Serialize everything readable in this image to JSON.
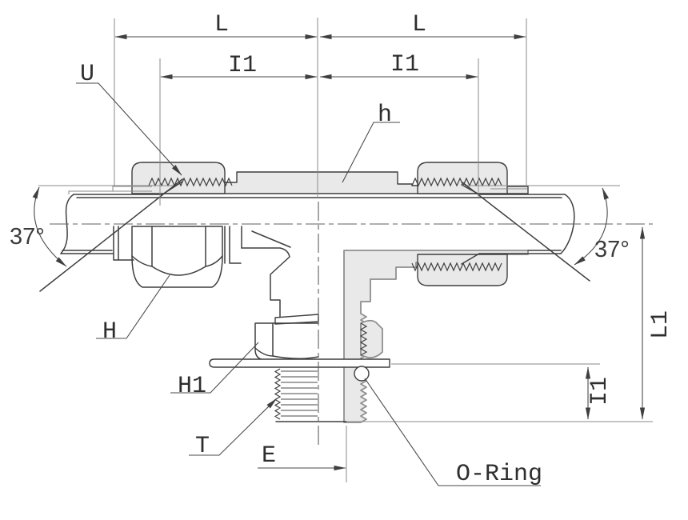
{
  "drawing": {
    "kind": "technical line drawing",
    "subject": "branch tee tube fitting, half-section view with O-ring port"
  },
  "labels": {
    "dim_L_left": "L",
    "dim_L_right": "L",
    "dim_I1_top_left": "I1",
    "dim_I1_top_right": "I1",
    "u": "U",
    "h": "h",
    "angle_left": "37°",
    "angle_right": "37°",
    "H": "H",
    "H1": "H1",
    "T": "T",
    "E": "E",
    "o_ring": "O-Ring",
    "dim_L1": "L1",
    "dim_I1_right": "I1"
  },
  "colors": {
    "background": "#ffffff",
    "section_fill": "#e9e9e9",
    "line_dark": "#3f3f3f",
    "line_thin": "#8a8a8a",
    "text": "#2e2e2e"
  }
}
